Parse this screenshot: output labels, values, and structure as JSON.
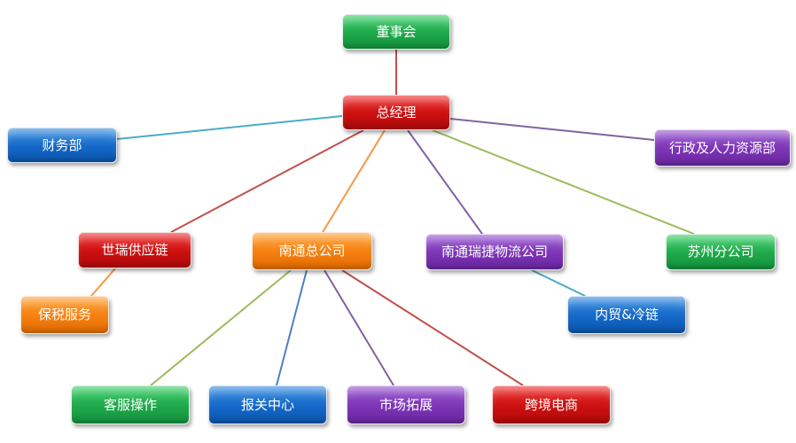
{
  "nodes": {
    "board": {
      "label": "董事会",
      "color": "green"
    },
    "gm": {
      "label": "总经理",
      "color": "red"
    },
    "finance": {
      "label": "财务部",
      "color": "blue"
    },
    "admin_hr": {
      "label": "行政及人力资源部",
      "color": "purple"
    },
    "shirui_supply": {
      "label": "世瑞供应链",
      "color": "red"
    },
    "nantong_hq": {
      "label": "南通总公司",
      "color": "orange"
    },
    "nantong_logistics": {
      "label": "南通瑞捷物流公司",
      "color": "purple"
    },
    "suzhou_branch": {
      "label": "苏州分公司",
      "color": "green"
    },
    "bonded": {
      "label": "保税服务",
      "color": "orange"
    },
    "trade_cold": {
      "label": "内贸&冷链",
      "color": "blue"
    },
    "customer_ops": {
      "label": "客服操作",
      "color": "green"
    },
    "customs_center": {
      "label": "报关中心",
      "color": "blue"
    },
    "market_dev": {
      "label": "市场拓展",
      "color": "purple"
    },
    "cross_ecom": {
      "label": "跨境电商",
      "color": "red"
    }
  },
  "links": [
    {
      "from": "board",
      "to": "gm",
      "color": "#c0504d"
    },
    {
      "from": "gm",
      "to": "finance",
      "color": "#4bacc6"
    },
    {
      "from": "gm",
      "to": "admin_hr",
      "color": "#8064a2"
    },
    {
      "from": "gm",
      "to": "shirui_supply",
      "color": "#c0504d"
    },
    {
      "from": "gm",
      "to": "nantong_hq",
      "color": "#f79646"
    },
    {
      "from": "gm",
      "to": "nantong_logistics",
      "color": "#8064a2"
    },
    {
      "from": "gm",
      "to": "suzhou_branch",
      "color": "#9bbb59"
    },
    {
      "from": "shirui_supply",
      "to": "bonded",
      "color": "#f79646"
    },
    {
      "from": "nantong_logistics",
      "to": "trade_cold",
      "color": "#4bacc6"
    },
    {
      "from": "nantong_hq",
      "to": "customer_ops",
      "color": "#9bbb59"
    },
    {
      "from": "nantong_hq",
      "to": "customs_center",
      "color": "#4f81bd"
    },
    {
      "from": "nantong_hq",
      "to": "market_dev",
      "color": "#8064a2"
    },
    {
      "from": "nantong_hq",
      "to": "cross_ecom",
      "color": "#c0504d"
    }
  ]
}
